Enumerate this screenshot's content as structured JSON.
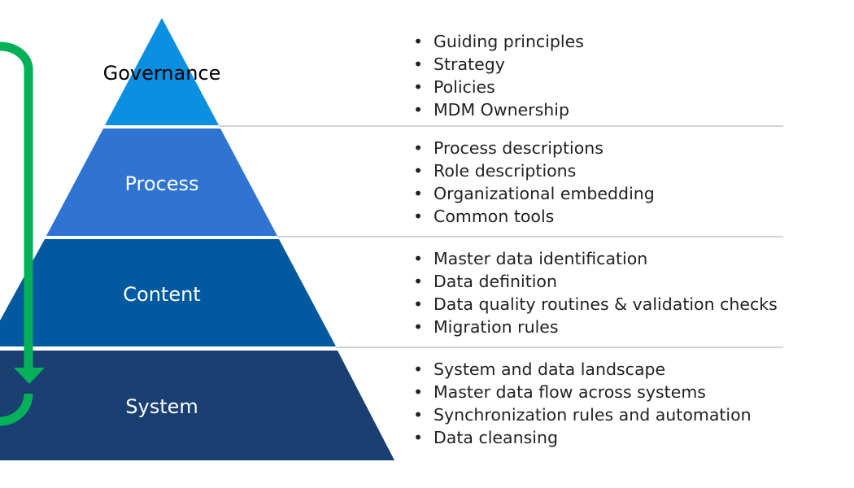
{
  "colors": {
    "governance": "#0b8fe0",
    "process": "#2f73d3",
    "content": "#03599f",
    "system": "#1a3f72",
    "arrow": "#06b058",
    "divider": "#b8b8b8",
    "text_dark": "#222222"
  },
  "tiers": [
    {
      "key": "governance",
      "label": "Governance",
      "items": [
        "Guiding principles",
        "Strategy",
        "Policies",
        "MDM Ownership"
      ]
    },
    {
      "key": "process",
      "label": "Process",
      "items": [
        "Process descriptions",
        "Role descriptions",
        "Organizational embedding",
        "Common tools"
      ]
    },
    {
      "key": "content",
      "label": "Content",
      "items": [
        "Master data identification",
        "Data definition",
        "Data quality routines & validation checks",
        "Migration rules"
      ]
    },
    {
      "key": "system",
      "label": "System",
      "items": [
        "System and data landscape",
        "Master data flow across systems",
        "Synchronization rules and automation",
        "Data cleansing"
      ]
    }
  ]
}
